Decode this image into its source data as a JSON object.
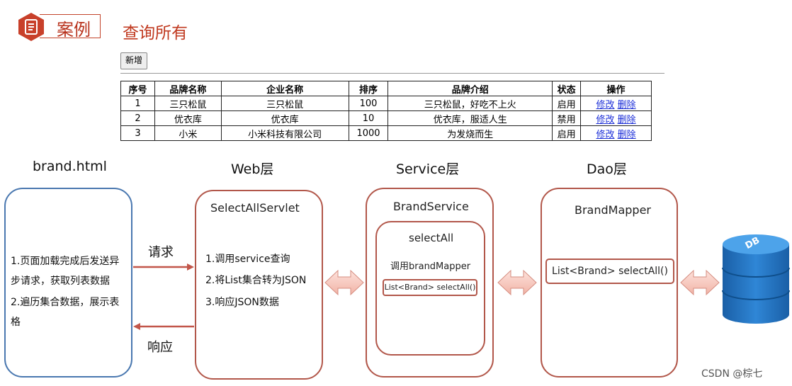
{
  "header": {
    "badge": "案例",
    "title": "查询所有",
    "add_button": "新增"
  },
  "table": {
    "columns": [
      "序号",
      "品牌名称",
      "企业名称",
      "排序",
      "品牌介绍",
      "状态",
      "操作"
    ],
    "rows": [
      {
        "id": "1",
        "brand": "三只松鼠",
        "company": "三只松鼠",
        "order": "100",
        "desc": "三只松鼠，好吃不上火",
        "status": "启用",
        "edit": "修改",
        "delete": "删除"
      },
      {
        "id": "2",
        "brand": "优衣库",
        "company": "优衣库",
        "order": "10",
        "desc": "优衣库，服适人生",
        "status": "禁用",
        "edit": "修改",
        "delete": "删除"
      },
      {
        "id": "3",
        "brand": "小米",
        "company": "小米科技有限公司",
        "order": "1000",
        "desc": "为发烧而生",
        "status": "启用",
        "edit": "修改",
        "delete": "删除"
      }
    ]
  },
  "diagram": {
    "layers": {
      "html": "brand.html",
      "web": "Web层",
      "service": "Service层",
      "dao": "Dao层"
    },
    "html_box": {
      "step1": "1.页面加载完成后发送异",
      "step1b": "步请求，获取列表数据",
      "step2": "2.遍历集合数据，展示表",
      "step2b": "格"
    },
    "web_box": {
      "name": "SelectAllServlet",
      "step1": "1.调用service查询",
      "step2": "2.将List集合转为JSON",
      "step3": "3.响应JSON数据"
    },
    "service_box": {
      "name": "BrandService",
      "method": "selectAll",
      "call": "调用brandMapper",
      "signature": "List<Brand> selectAll()"
    },
    "dao_box": {
      "name": "BrandMapper",
      "signature": "List<Brand> selectAll()"
    },
    "request_label": "请求",
    "response_label": "响应",
    "db_label": "DB"
  },
  "watermark": "CSDN @棕七",
  "colors": {
    "accent_red": "#c0391f",
    "box_blue": "#4a78b0",
    "box_red": "#b2574a",
    "link_blue": "#1d2fd8",
    "db_blue": "#1f6fb8"
  }
}
